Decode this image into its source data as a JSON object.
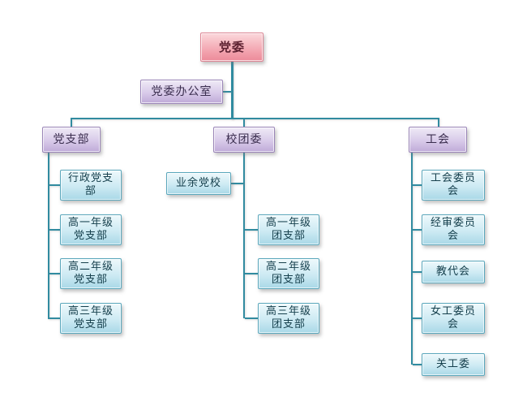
{
  "diagram": {
    "root": {
      "label": "党委"
    },
    "office": {
      "label": "党委办公室"
    },
    "branches": [
      {
        "label": "党支部",
        "children": [
          {
            "label": "行政党支部"
          },
          {
            "label": "高一年级党支部"
          },
          {
            "label": "高二年级党支部"
          },
          {
            "label": "高三年级党支部"
          }
        ]
      },
      {
        "label": "校团委",
        "children": [
          {
            "label": "业余党校"
          },
          {
            "label": "高一年级团支部"
          },
          {
            "label": "高二年级团支部"
          },
          {
            "label": "高三年级团支部"
          }
        ]
      },
      {
        "label": "工会",
        "children": [
          {
            "label": "工会委员会"
          },
          {
            "label": "经审委员会"
          },
          {
            "label": "教代会"
          },
          {
            "label": "女工委员会"
          },
          {
            "label": "关工委"
          }
        ]
      }
    ],
    "colors": {
      "root_fill": "#f4abb5",
      "root_border": "#dd8795",
      "level2_fill": "#d8cae9",
      "level2_border": "#9b86b8",
      "leaf_fill": "#cdeaf3",
      "leaf_border": "#5aa7bc",
      "connector": "#318ba0",
      "background": "#ffffff"
    }
  }
}
